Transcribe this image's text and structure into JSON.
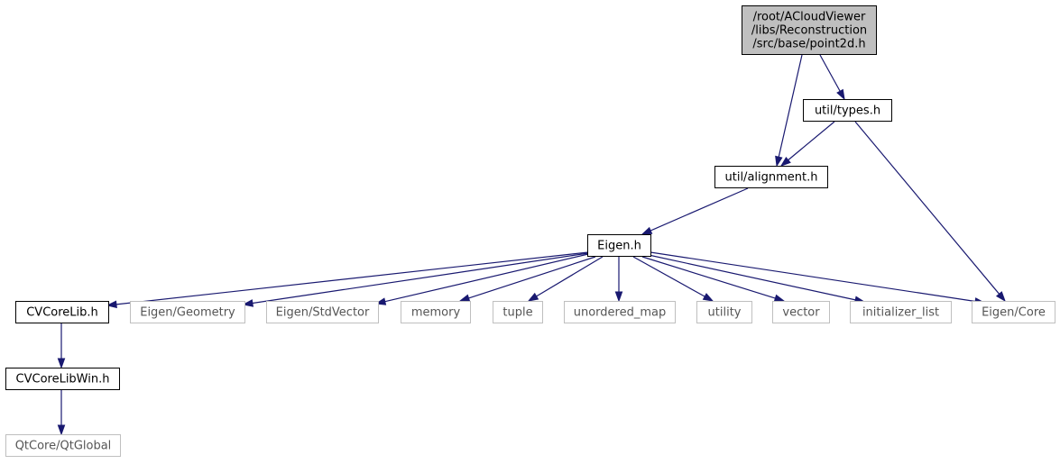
{
  "colors": {
    "edge": "#191970",
    "root_fill": "#bfbfbf",
    "node_fill": "#ffffff",
    "local_border": "#000000",
    "external_border": "#bfbfbf"
  },
  "nodes": [
    {
      "id": "root",
      "kind": "root",
      "lines": [
        "/root/ACloudViewer",
        "/libs/Reconstruction",
        "/src/base/point2d.h"
      ]
    },
    {
      "id": "types",
      "kind": "local",
      "lines": [
        "util/types.h"
      ]
    },
    {
      "id": "alignment",
      "kind": "local",
      "lines": [
        "util/alignment.h"
      ]
    },
    {
      "id": "eigen",
      "kind": "local",
      "lines": [
        "Eigen.h"
      ]
    },
    {
      "id": "cvcorelib",
      "kind": "local",
      "lines": [
        "CVCoreLib.h"
      ]
    },
    {
      "id": "eigen_geometry",
      "kind": "external",
      "lines": [
        "Eigen/Geometry"
      ]
    },
    {
      "id": "eigen_stdvector",
      "kind": "external",
      "lines": [
        "Eigen/StdVector"
      ]
    },
    {
      "id": "memory",
      "kind": "external",
      "lines": [
        "memory"
      ]
    },
    {
      "id": "tuple",
      "kind": "external",
      "lines": [
        "tuple"
      ]
    },
    {
      "id": "unordered_map",
      "kind": "external",
      "lines": [
        "unordered_map"
      ]
    },
    {
      "id": "utility",
      "kind": "external",
      "lines": [
        "utility"
      ]
    },
    {
      "id": "vector",
      "kind": "external",
      "lines": [
        "vector"
      ]
    },
    {
      "id": "initializer_list",
      "kind": "external",
      "lines": [
        "initializer_list"
      ]
    },
    {
      "id": "eigen_core",
      "kind": "external",
      "lines": [
        "Eigen/Core"
      ]
    },
    {
      "id": "cvcorelibwin",
      "kind": "local",
      "lines": [
        "CVCoreLibWin.h"
      ]
    },
    {
      "id": "qtglobal",
      "kind": "external",
      "lines": [
        "QtCore/QtGlobal"
      ]
    }
  ],
  "edges": [
    {
      "from": "root",
      "to": "types"
    },
    {
      "from": "root",
      "to": "alignment"
    },
    {
      "from": "types",
      "to": "alignment"
    },
    {
      "from": "types",
      "to": "eigen_core"
    },
    {
      "from": "alignment",
      "to": "eigen"
    },
    {
      "from": "eigen",
      "to": "cvcorelib"
    },
    {
      "from": "eigen",
      "to": "eigen_geometry"
    },
    {
      "from": "eigen",
      "to": "eigen_stdvector"
    },
    {
      "from": "eigen",
      "to": "memory"
    },
    {
      "from": "eigen",
      "to": "tuple"
    },
    {
      "from": "eigen",
      "to": "unordered_map"
    },
    {
      "from": "eigen",
      "to": "utility"
    },
    {
      "from": "eigen",
      "to": "vector"
    },
    {
      "from": "eigen",
      "to": "initializer_list"
    },
    {
      "from": "eigen",
      "to": "eigen_core"
    },
    {
      "from": "cvcorelib",
      "to": "cvcorelibwin"
    },
    {
      "from": "cvcorelibwin",
      "to": "qtglobal"
    }
  ]
}
